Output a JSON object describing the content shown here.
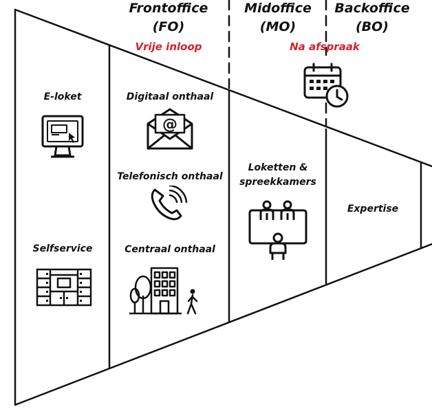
{
  "headers": {
    "frontoffice": {
      "title": "Frontoffice",
      "abbr": "(FO)",
      "subtitle": "Vrije inloop"
    },
    "midoffice": {
      "title": "Midoffice",
      "abbr": "(MO)",
      "subtitle": "Na afspraak"
    },
    "backoffice": {
      "title": "Backoffice",
      "abbr": "(BO)"
    }
  },
  "channels": {
    "eloket": "E-loket",
    "selfservice": "Selfservice",
    "digitaal": "Digitaal onthaal",
    "telefonisch": "Telefonisch onthaal",
    "centraal": "Centraal onthaal",
    "loketten_line1": "Loketten &",
    "loketten_line2": "spreekkamers",
    "expertise": "Expertise"
  },
  "colors": {
    "accent": "#d6202a",
    "line": "#111111"
  },
  "icons": [
    "computer-cursor-icon",
    "parcel-locker-icon",
    "email-at-icon",
    "phone-ringing-icon",
    "building-pedestrian-icon",
    "meeting-table-icon",
    "calendar-clock-icon"
  ]
}
